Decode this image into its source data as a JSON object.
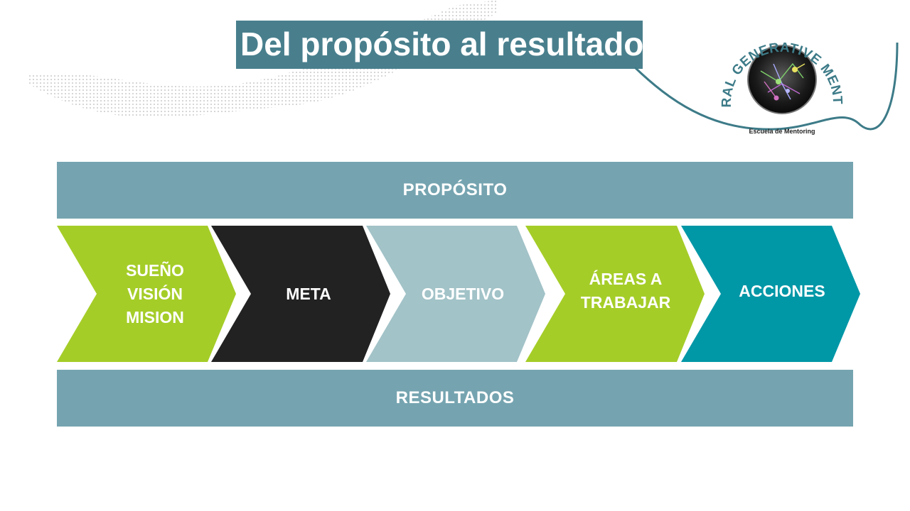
{
  "title": "Del propósito al resultado",
  "logo": {
    "arc_text": "INTEGRAL GENERATIVE MENTORING",
    "school_text": "Escuela de Mentoring"
  },
  "top_band": "PROPÓSITO",
  "bottom_band": "RESULTADOS",
  "steps": [
    {
      "lines": [
        "SUEÑO",
        "VISIÓN",
        "MISION"
      ],
      "color": "#a5cd28"
    },
    {
      "lines": [
        "META"
      ],
      "color": "#222222"
    },
    {
      "lines": [
        "OBJETIVO"
      ],
      "color": "#a2c3c8"
    },
    {
      "lines": [
        "ÁREAS A",
        "TRABAJAR"
      ],
      "color": "#a5cd28"
    },
    {
      "lines": [
        "ACCIONES"
      ],
      "color": "#0097a7"
    }
  ],
  "colors": {
    "title_bg": "#497f8d",
    "band_bg": "#75a4b0",
    "curve": "#3d7b88"
  }
}
